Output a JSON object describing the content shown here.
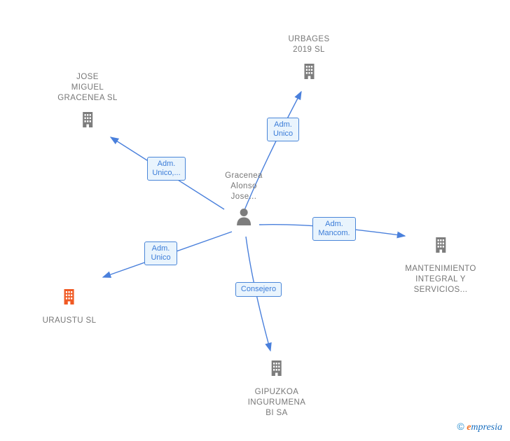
{
  "diagram": {
    "nodes": {
      "urbages": {
        "lines": [
          "URBAGES",
          "2019 SL"
        ]
      },
      "jose_miguel": {
        "lines": [
          "JOSE",
          "MIGUEL",
          "GRACENEA SL"
        ]
      },
      "person": {
        "lines": [
          "Gracenea",
          "Alonso",
          "Jose..."
        ]
      },
      "mantenimiento": {
        "lines": [
          "MANTENIMIENTO",
          "INTEGRAL Y",
          "SERVICIOS..."
        ]
      },
      "uraustu": {
        "lines": [
          "URAUSTU SL"
        ]
      },
      "gipuzkoa": {
        "lines": [
          "GIPUZKOA",
          "INGURUMENA",
          "BI SA"
        ]
      }
    },
    "edges": {
      "urbages": {
        "label": "Adm. Unico"
      },
      "jose_miguel": {
        "label": "Adm. Unico,..."
      },
      "mantenimiento": {
        "label": "Adm. Mancom."
      },
      "uraustu": {
        "label": "Adm. Unico"
      },
      "gipuzkoa": {
        "label": "Consejero"
      }
    },
    "colors": {
      "edge_color": "#4a80dc",
      "label_text": "#3b7cd8",
      "label_bg": "#e9f4fd",
      "label_border": "#4a86d8",
      "node_text": "#777777",
      "icon_gray": "#7d7d7d",
      "icon_orange": "#f05a24"
    }
  },
  "watermark": {
    "copyright": "©",
    "brand_initial": "e",
    "brand_rest": "mpresia"
  }
}
